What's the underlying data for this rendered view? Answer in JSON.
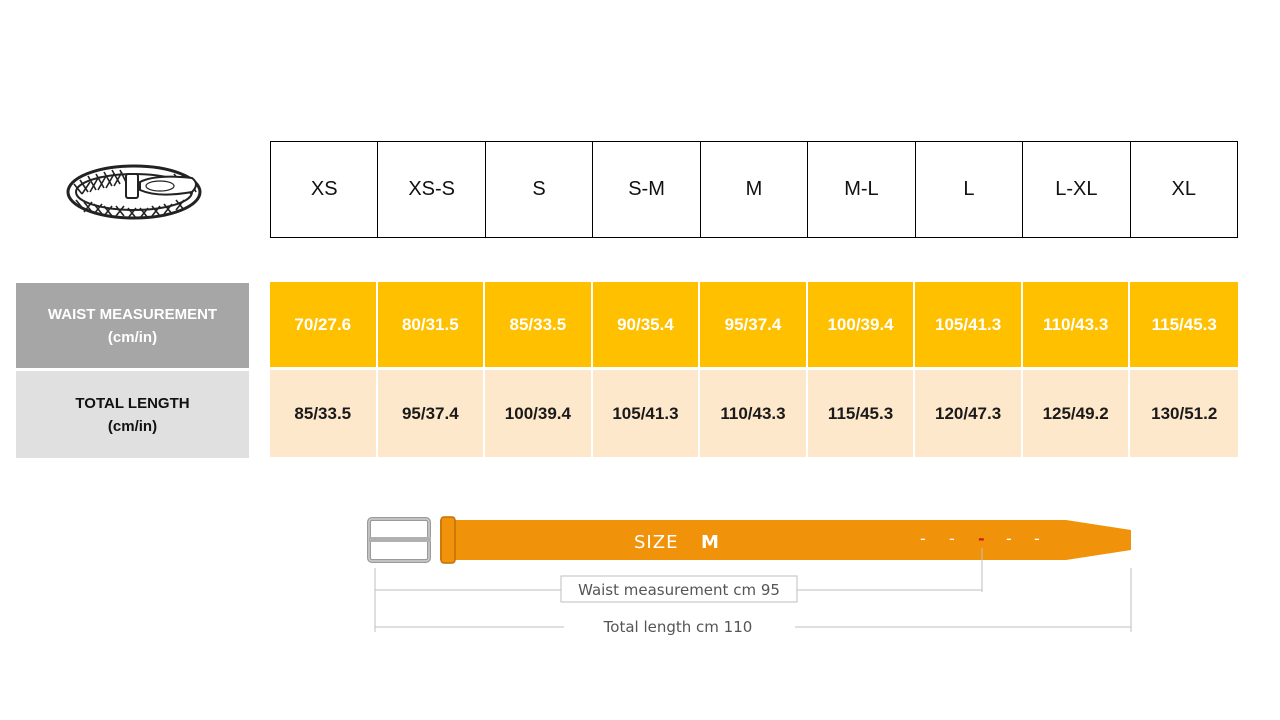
{
  "sizes": [
    "XS",
    "XS-S",
    "S",
    "S-M",
    "M",
    "M-L",
    "L",
    "L-XL",
    "XL"
  ],
  "rows": {
    "waist": {
      "label_line1": "WAIST MEASUREMENT",
      "label_line2": "(cm/in)",
      "values": [
        "70/27.6",
        "80/31.5",
        "85/33.5",
        "90/35.4",
        "95/37.4",
        "100/39.4",
        "105/41.3",
        "110/43.3",
        "115/45.3"
      ]
    },
    "total": {
      "label_line1": "TOTAL LENGTH",
      "label_line2": "(cm/in)",
      "values": [
        "85/33.5",
        "95/37.4",
        "100/39.4",
        "105/41.3",
        "110/43.3",
        "115/45.3",
        "120/47.3",
        "125/49.2",
        "130/51.2"
      ]
    }
  },
  "diagram": {
    "size_prefix": "SIZE",
    "size_value": "M",
    "waist_caption": "Waist measurement cm 95",
    "total_caption": "Total length cm 110",
    "hole_markers": [
      "-",
      "-",
      "-",
      "-",
      "-"
    ]
  },
  "colors": {
    "waist_row": "#ffc000",
    "total_row": "#fde8cc",
    "waist_label_bg": "#a6a6a6",
    "total_label_bg": "#e0e0e0",
    "belt_strap": "#f0920a",
    "selected_hole": "#d11a1a"
  },
  "icons": {
    "braided_belt": "braided-belt-icon",
    "belt_buckle": "belt-buckle-icon"
  }
}
